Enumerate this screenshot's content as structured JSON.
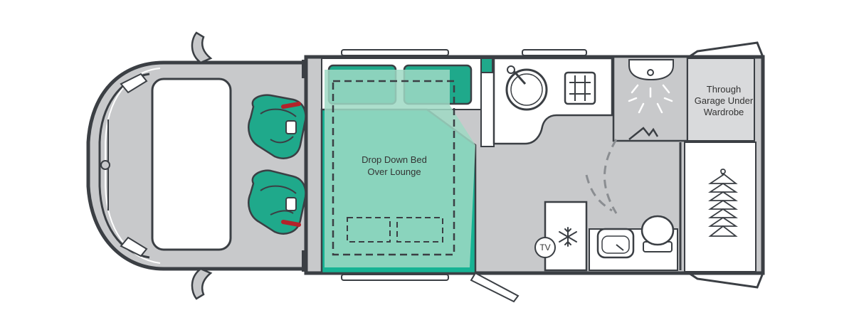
{
  "labels": {
    "garage_line1": "Through",
    "garage_line2": "Garage Under",
    "garage_line3": "Wardrobe",
    "bed_line1": "Drop Down Bed",
    "bed_line2": "Over Lounge",
    "tv": "TV"
  },
  "colors": {
    "wall": "#3b3f44",
    "floor": "#c8c9cb",
    "fixture": "#ffffff",
    "seat_teal": "#1fa98b",
    "bed_teal": "#17b394",
    "bed_overlay": "#9fd9c4",
    "belt_red": "#b3222a"
  },
  "icons": [
    "snowflake-icon",
    "hanger-icon",
    "sink-icon",
    "hob-icon",
    "shower-icon",
    "toilet-icon"
  ]
}
